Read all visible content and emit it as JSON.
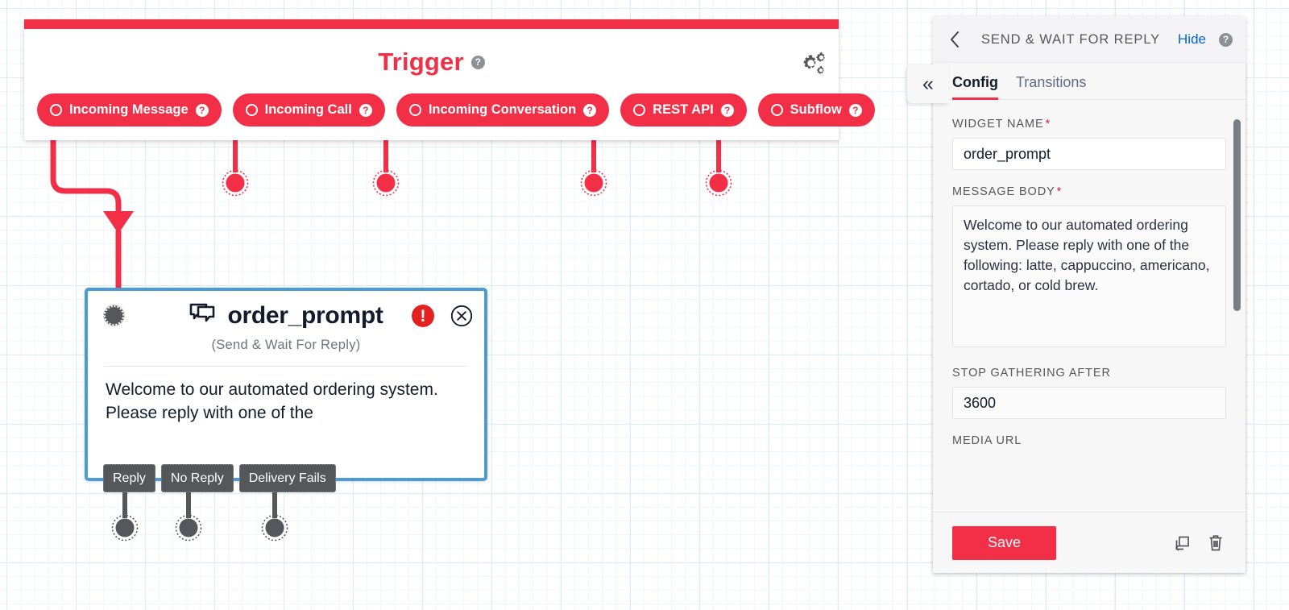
{
  "canvas": {
    "grid_color": "#dcebfa",
    "background": "#ffffff"
  },
  "trigger": {
    "title": "Trigger",
    "help_icon": "help-icon",
    "help_glyph": "?",
    "settings_icon": "gears-icon",
    "accent_color": "#f22f46",
    "pills": [
      {
        "label": "Incoming Message",
        "help": "?",
        "icon": "radio-circle-icon"
      },
      {
        "label": "Incoming Call",
        "help": "?",
        "icon": "radio-circle-icon"
      },
      {
        "label": "Incoming Conversation",
        "help": "?",
        "icon": "radio-circle-icon"
      },
      {
        "label": "REST API",
        "help": "?",
        "icon": "radio-circle-icon"
      },
      {
        "label": "Subflow",
        "help": "?",
        "icon": "radio-circle-icon"
      }
    ]
  },
  "node": {
    "title": "order_prompt",
    "subtitle": "(Send & Wait For Reply)",
    "body": "Welcome to our automated ordering system. Please reply with one of the",
    "error_glyph": "!",
    "error_color": "#e22120",
    "close_icon": "close-circle-icon",
    "type_icon": "chat-bubbles-icon",
    "selected_border_color": "#4a9cd6",
    "transitions": [
      {
        "label": "Reply"
      },
      {
        "label": "No Reply"
      },
      {
        "label": "Delivery Fails"
      }
    ]
  },
  "panel": {
    "back_icon": "chevron-left-icon",
    "title": "SEND & WAIT FOR REPLY",
    "hide_label": "Hide",
    "help_glyph": "?",
    "collapse_icon": "double-chevron-left-icon",
    "collapse_glyph": "«",
    "tabs": [
      {
        "label": "Config",
        "active": true
      },
      {
        "label": "Transitions",
        "active": false
      }
    ],
    "fields": [
      {
        "label": "WIDGET NAME",
        "required": true,
        "value": "order_prompt",
        "type": "text"
      },
      {
        "label": "MESSAGE BODY",
        "required": true,
        "value": "Welcome to our automated ordering system. Please reply with one of the following: latte, cappuccino, americano, cortado, or cold brew.",
        "type": "textarea"
      },
      {
        "label": "STOP GATHERING AFTER",
        "required": false,
        "value": "3600",
        "type": "text"
      },
      {
        "label": "MEDIA URL",
        "required": false,
        "value": "",
        "type": "text"
      }
    ],
    "footer": {
      "save_label": "Save",
      "copy_icon": "duplicate-icon",
      "delete_icon": "trash-icon"
    },
    "accent_color": "#f22f46",
    "link_color": "#0263e0"
  }
}
